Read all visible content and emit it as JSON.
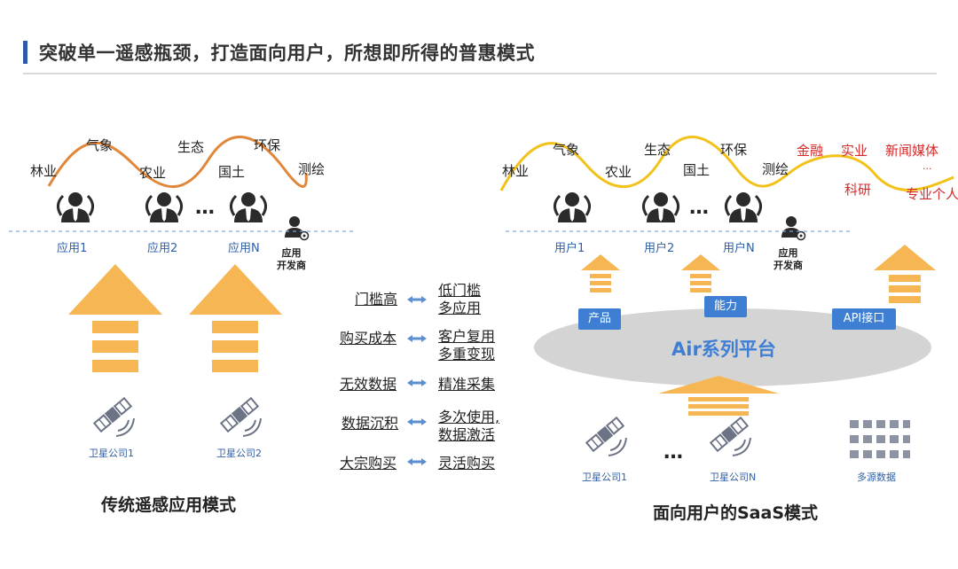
{
  "title": "突破单一遥感瓶颈，打造面向用户，所想即所得的普惠模式",
  "left": {
    "domains": [
      "林业",
      "气象",
      "农业",
      "生态",
      "国土",
      "环保",
      "测绘"
    ],
    "apps": [
      "应用1",
      "应用2",
      "应用N"
    ],
    "ellipsis": "…",
    "developer": "应用\n开发商",
    "satellites": [
      "卫星公司1",
      "卫星公司2"
    ],
    "caption": "传统遥感应用模式"
  },
  "compare": [
    {
      "from": "门槛高",
      "to": "低门槛\n多应用"
    },
    {
      "from": "购买成本",
      "to": "客户复用\n多重变现"
    },
    {
      "from": "无效数据",
      "to": "精准采集"
    },
    {
      "from": "数据沉积",
      "to": "多次使用,\n数据激活"
    },
    {
      "from": "大宗购买",
      "to": "灵活购买"
    }
  ],
  "right": {
    "domains": [
      "林业",
      "气象",
      "农业",
      "生态",
      "国土",
      "环保",
      "测绘"
    ],
    "new_domains": [
      "金融",
      "实业",
      "新闻媒体",
      "科研",
      "...",
      "专业个人"
    ],
    "users": [
      "用户1",
      "用户2",
      "用户N"
    ],
    "ellipsis": "…",
    "developer": "应用\n开发商",
    "tags": [
      "产品",
      "能力",
      "API接口"
    ],
    "platform": "Air系列平台",
    "satellites": [
      "卫星公司1",
      "卫星公司N"
    ],
    "multi_source": "多源数据",
    "caption": "面向用户的SaaS模式"
  },
  "colors": {
    "accent": "#2e5aa7",
    "arrow": "#f5b653",
    "wave_left": "#e0873a",
    "wave_right": "#f2c21b",
    "platform": "#d4d4d4",
    "tag": "#3e7fd4",
    "red": "#d42a2a"
  }
}
